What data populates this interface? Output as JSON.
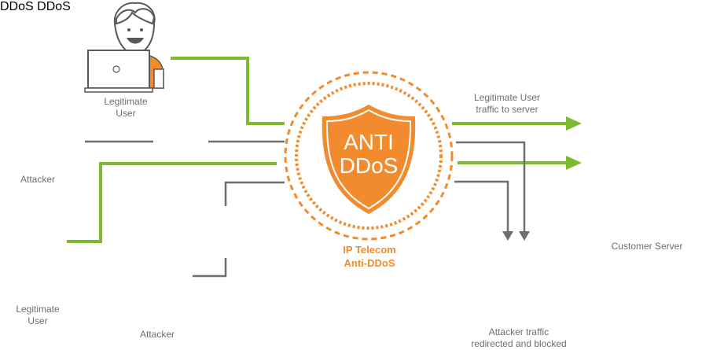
{
  "colors": {
    "accent_orange": "#f28a2e",
    "legit_green": "#7dba2f",
    "attack_gray": "#6d6e71",
    "warning_red": "#d7191f",
    "outline_gray": "#58595b"
  },
  "center": {
    "shield_line1": "ANTI",
    "shield_line2": "DDoS",
    "brand_line1": "IP Telecom",
    "brand_line2": "Anti-DDoS",
    "icon": "shield-icon"
  },
  "actors": [
    {
      "id": "legit-user-top",
      "type": "legitimate",
      "label_line1": "Legitimate",
      "label_line2": "User",
      "icon": "man-with-laptop-icon"
    },
    {
      "id": "attacker-left",
      "type": "attacker",
      "label_line1": "Attacker",
      "icon": "hooded-hacker-icon"
    },
    {
      "id": "legit-user-bottom",
      "type": "legitimate",
      "label_line1": "Legitimate",
      "label_line2": "User",
      "icon": "woman-with-laptop-icon"
    },
    {
      "id": "attacker-bottom",
      "type": "attacker",
      "label_line1": "Attacker",
      "icon": "hooded-hacker-icon"
    }
  ],
  "missiles": [
    {
      "label": "DDoS",
      "orientation": "horizontal"
    },
    {
      "label": "DDoS",
      "orientation": "vertical"
    }
  ],
  "outputs": {
    "legit_traffic_line1": "Legitimate User",
    "legit_traffic_line2": "traffic to server",
    "server_label": "Customer Server",
    "trash_line1": "Attacker traffic",
    "trash_line2": "redirected and blocked"
  }
}
